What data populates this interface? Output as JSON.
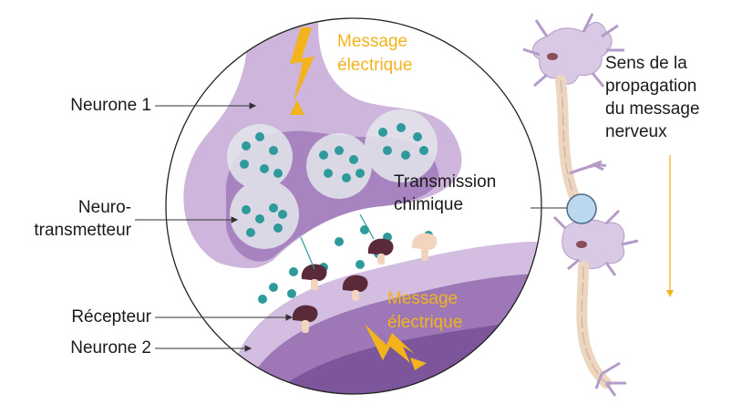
{
  "labels": {
    "neurone1": "Neurone 1",
    "neurotransmetteur_line1": "Neuro-",
    "neurotransmetteur_line2": "transmetteur",
    "recepteur": "Récepteur",
    "neurone2": "Neurone 2",
    "message_top_line1": "Message",
    "message_top_line2": "électrique",
    "message_bottom_line1": "Message",
    "message_bottom_line2": "électrique",
    "transmission_line1": "Transmission",
    "transmission_line2": "chimique",
    "propagation_line1": "Sens de la",
    "propagation_line2": "propagation",
    "propagation_line3": "du message",
    "propagation_line4": "nerveux"
  },
  "colors": {
    "neuron_light": "#d8c8e2",
    "neuron_mid": "#b89dcb",
    "neuron_dark": "#8d62a6",
    "vesicle": "#e3e6ea",
    "neurotransmitter": "#2e9a9c",
    "receptor": "#5a2a3a",
    "receptor_light": "#f3d4be",
    "accent_orange": "#f2b31d",
    "line": "#333333"
  },
  "icons": [
    "lightning-bolt-icon",
    "arrow-down-icon",
    "magnifier-circle-icon"
  ]
}
